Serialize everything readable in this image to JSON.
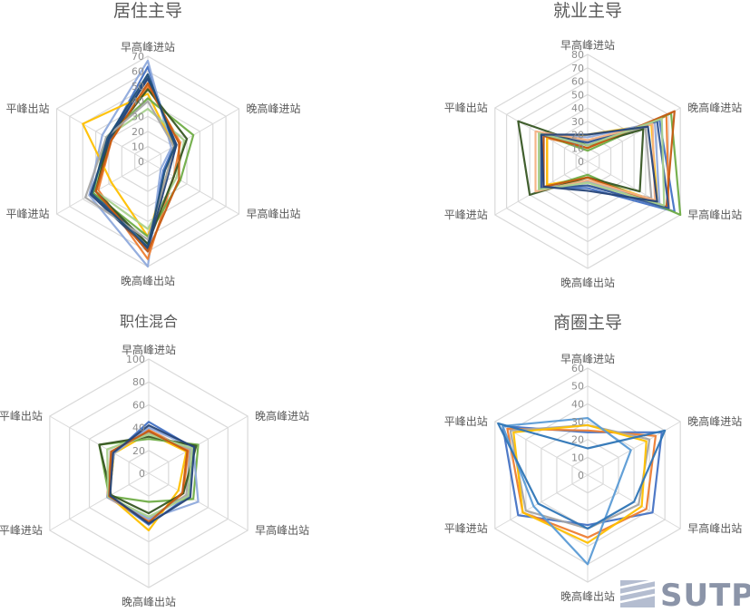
{
  "chart_data": [
    {
      "type": "radar",
      "title": "居住主导",
      "axes": [
        "早高峰进站",
        "晚高峰进站",
        "早高峰出站",
        "晚高峰出站",
        "平峰进站",
        "平峰出站"
      ],
      "rlim": [
        0,
        70
      ],
      "ticks": [
        "0",
        "10",
        "20",
        "30",
        "40",
        "50",
        "60",
        "70"
      ],
      "series": [
        {
          "color": "#4472c4",
          "values": [
            63,
            20,
            12,
            60,
            40,
            30
          ]
        },
        {
          "color": "#2f5597",
          "values": [
            56,
            22,
            15,
            55,
            42,
            29
          ]
        },
        {
          "color": "#8faadc",
          "values": [
            67,
            18,
            10,
            70,
            45,
            35
          ]
        },
        {
          "color": "#ed7d31",
          "values": [
            50,
            25,
            20,
            65,
            38,
            28
          ]
        },
        {
          "color": "#ffc000",
          "values": [
            45,
            20,
            15,
            50,
            28,
            50
          ]
        },
        {
          "color": "#70ad47",
          "values": [
            42,
            35,
            25,
            50,
            42,
            32
          ]
        },
        {
          "color": "#a9d18e",
          "values": [
            35,
            28,
            22,
            45,
            40,
            32
          ]
        },
        {
          "color": "#375623",
          "values": [
            48,
            30,
            20,
            55,
            40,
            30
          ]
        },
        {
          "color": "#264478",
          "values": [
            55,
            22,
            16,
            58,
            44,
            30
          ]
        },
        {
          "color": "#c55a11",
          "values": [
            52,
            24,
            24,
            60,
            40,
            28
          ]
        },
        {
          "color": "#a5a5a5",
          "values": [
            40,
            20,
            15,
            52,
            48,
            32
          ]
        },
        {
          "color": "#1f4e79",
          "values": [
            58,
            21,
            13,
            57,
            43,
            31
          ]
        }
      ]
    },
    {
      "type": "radar",
      "title": "就业主导",
      "axes": [
        "早高峰进站",
        "晚高峰进站",
        "早高峰出站",
        "晚高峰出站",
        "平峰进站",
        "平峰出站"
      ],
      "rlim": [
        0,
        80
      ],
      "ticks": [
        "0",
        "10",
        "20",
        "30",
        "40",
        "50",
        "60",
        "70",
        "80"
      ],
      "series": [
        {
          "color": "#4472c4",
          "values": [
            12,
            62,
            75,
            20,
            38,
            38
          ]
        },
        {
          "color": "#ed7d31",
          "values": [
            10,
            68,
            70,
            15,
            35,
            35
          ]
        },
        {
          "color": "#ffc000",
          "values": [
            20,
            55,
            60,
            12,
            35,
            35
          ]
        },
        {
          "color": "#70ad47",
          "values": [
            8,
            72,
            80,
            10,
            42,
            42
          ]
        },
        {
          "color": "#a5a5a5",
          "values": [
            15,
            50,
            55,
            18,
            40,
            40
          ]
        },
        {
          "color": "#8faadc",
          "values": [
            18,
            58,
            62,
            15,
            40,
            40
          ]
        },
        {
          "color": "#375623",
          "values": [
            12,
            48,
            45,
            12,
            50,
            60
          ]
        },
        {
          "color": "#c55a11",
          "values": [
            10,
            75,
            68,
            12,
            38,
            38
          ]
        },
        {
          "color": "#2f5597",
          "values": [
            14,
            60,
            70,
            18,
            40,
            40
          ]
        },
        {
          "color": "#f4b183",
          "values": [
            16,
            56,
            58,
            14,
            45,
            45
          ]
        },
        {
          "color": "#a9d18e",
          "values": [
            12,
            64,
            66,
            16,
            42,
            42
          ]
        },
        {
          "color": "#264478",
          "values": [
            20,
            52,
            60,
            22,
            38,
            40
          ]
        }
      ]
    },
    {
      "type": "radar",
      "title": "职住混合",
      "axes": [
        "早高峰进站",
        "晚高峰进站",
        "早高峰出站",
        "晚高峰出站",
        "平峰进站",
        "平峰出站"
      ],
      "rlim": [
        0,
        100
      ],
      "ticks": [
        "0",
        "20",
        "40",
        "60",
        "80",
        "100"
      ],
      "series": [
        {
          "color": "#4472c4",
          "values": [
            45,
            45,
            40,
            45,
            40,
            35
          ]
        },
        {
          "color": "#ed7d31",
          "values": [
            38,
            40,
            35,
            42,
            42,
            38
          ]
        },
        {
          "color": "#ffc000",
          "values": [
            35,
            38,
            30,
            50,
            40,
            35
          ]
        },
        {
          "color": "#70ad47",
          "values": [
            30,
            50,
            45,
            25,
            40,
            50
          ]
        },
        {
          "color": "#a5a5a5",
          "values": [
            36,
            42,
            38,
            40,
            40,
            38
          ]
        },
        {
          "color": "#8faadc",
          "values": [
            40,
            45,
            50,
            40,
            42,
            35
          ]
        },
        {
          "color": "#375623",
          "values": [
            32,
            48,
            35,
            35,
            38,
            50
          ]
        },
        {
          "color": "#a9d18e",
          "values": [
            34,
            44,
            40,
            38,
            41,
            42
          ]
        },
        {
          "color": "#c55a11",
          "values": [
            37,
            39,
            34,
            43,
            40,
            38
          ]
        },
        {
          "color": "#264478",
          "values": [
            42,
            46,
            42,
            44,
            39,
            36
          ]
        }
      ]
    },
    {
      "type": "radar",
      "title": "商圈主导",
      "axes": [
        "早高峰进站",
        "晚高峰进站",
        "早高峰出站",
        "晚高峰出站",
        "平峰进站",
        "平峰出站"
      ],
      "rlim": [
        0,
        60
      ],
      "ticks": [
        "0",
        "10",
        "20",
        "30",
        "40",
        "50",
        "60"
      ],
      "series": [
        {
          "color": "#4472c4",
          "values": [
            24,
            48,
            42,
            28,
            45,
            55
          ]
        },
        {
          "color": "#ed7d31",
          "values": [
            25,
            44,
            38,
            35,
            42,
            52
          ]
        },
        {
          "color": "#a5a5a5",
          "values": [
            28,
            40,
            33,
            30,
            40,
            50
          ]
        },
        {
          "color": "#ffc000",
          "values": [
            28,
            38,
            35,
            38,
            42,
            48
          ]
        },
        {
          "color": "#5b9bd5",
          "values": [
            32,
            28,
            18,
            50,
            35,
            55
          ]
        },
        {
          "color": "#2e75b6",
          "values": [
            15,
            50,
            30,
            30,
            32,
            58
          ]
        }
      ]
    }
  ],
  "watermark": {
    "text": "SUTPC"
  }
}
